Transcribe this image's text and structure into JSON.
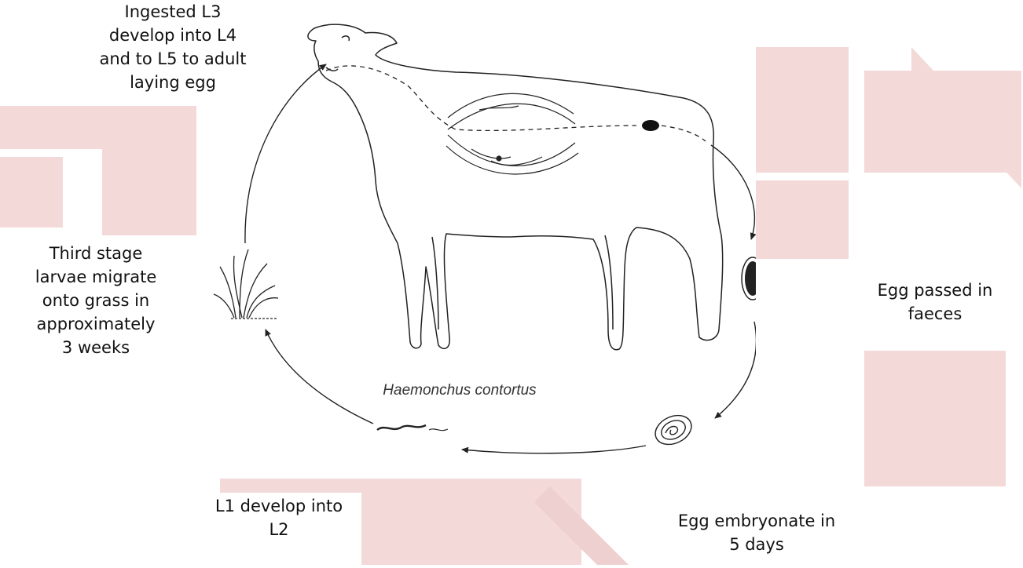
{
  "labels": {
    "ingested": "Ingested L3\ndevelop into L4\nand to L5 to adult\nlaying egg",
    "third_stage": "Third stage\nlarvae migrate\nonto grass in\napproximately\n3 weeks",
    "egg_passed": "Egg passed in\nfaeces",
    "l1_develop": "L1 develop into\nL2",
    "egg_embryonate": "Egg embryonate in\n5 days"
  },
  "figure": {
    "species_name": "Haemonchus contortus"
  },
  "colors": {
    "watermark": "#f4d9d9",
    "line": "#222222"
  }
}
